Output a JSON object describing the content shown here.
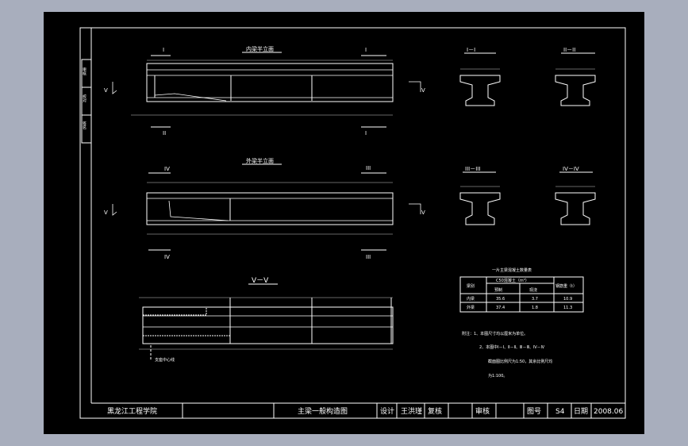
{
  "side_tabs": [
    "审核",
    "校对",
    "签名"
  ],
  "elevations": {
    "inner": {
      "title": "内梁半立面",
      "section_left": "I",
      "section_right": "I",
      "section_bottom_left": "II",
      "section_bottom_right": "I"
    },
    "outer": {
      "title": "外梁半立面",
      "section_left": "IV",
      "section_right": "III",
      "section_bottom_left": "IV",
      "section_bottom_right": "III"
    },
    "view_marker": "V"
  },
  "longitudinal": {
    "title": "V－V",
    "bearing_note": "支座中心线"
  },
  "sections": [
    {
      "title": "I－I"
    },
    {
      "title": "II－II"
    },
    {
      "title": "III－III"
    },
    {
      "title": "IV－IV"
    }
  ],
  "quantity_table": {
    "title": "一片主梁混凝土数量表",
    "headers": {
      "col1": "梁别",
      "group": "C50混凝土（m³）",
      "sub1": "预制",
      "sub2": "现浇",
      "col4": "钢筋重（t）"
    },
    "rows": [
      {
        "name": "内梁",
        "v1": "35.6",
        "v2": "3.7",
        "v3": "10.9"
      },
      {
        "name": "外梁",
        "v1": "37.4",
        "v2": "1.8",
        "v3": "11.3"
      }
    ]
  },
  "notes": {
    "n1": "附注：1、本图尺寸均以厘米为单位。",
    "n2": "2、本图中Ⅰ－Ⅰ、Ⅱ－Ⅱ、Ⅲ－Ⅲ、Ⅳ－Ⅳ",
    "n3": "截面图比例尺为1:50，其余比例尺均",
    "n4": "为1:100。"
  },
  "title_block": {
    "school": "黑龙江工程学院",
    "drawing_title": "主梁一般构造图",
    "design_label": "设计",
    "designer": "王洪瑾",
    "review_label": "复核",
    "approve_label": "审核",
    "sheet_label": "图号",
    "sheet_no": "S4",
    "date_label": "日期",
    "date": "2008.06"
  },
  "colors": {
    "background": "#000000",
    "frame": "#a8aebd",
    "line": "#ffffff",
    "dim": "#cccccc"
  }
}
